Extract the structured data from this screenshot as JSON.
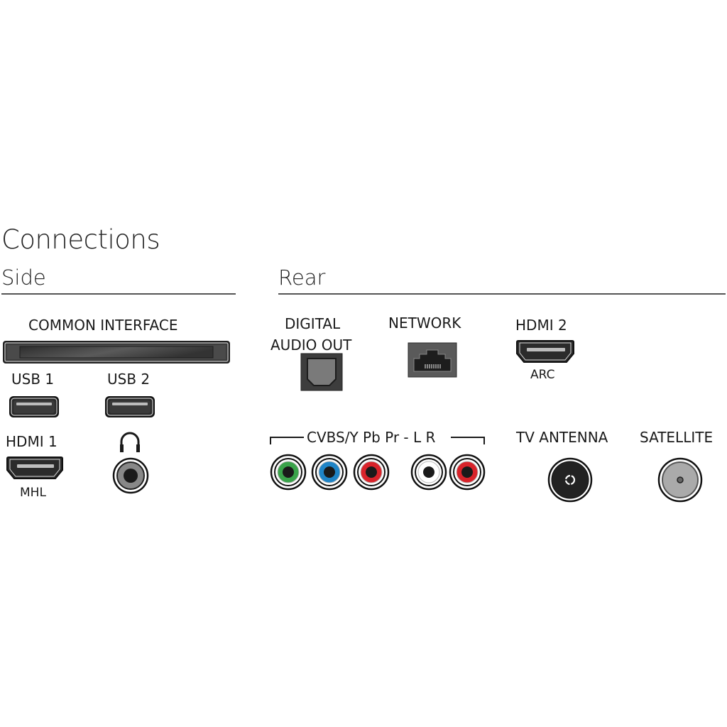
{
  "title": "Connections",
  "sections": {
    "side": {
      "label": "Side",
      "ports": {
        "common_interface": {
          "label": "COMMON INTERFACE",
          "icon": "ci-slot-icon"
        },
        "usb1": {
          "label": "USB 1",
          "icon": "usb-port-icon"
        },
        "usb2": {
          "label": "USB 2",
          "icon": "usb-port-icon"
        },
        "hdmi1": {
          "label": "HDMI 1",
          "sublabel": "MHL",
          "icon": "hdmi-port-icon"
        },
        "headphone": {
          "label_icon": "headphones-icon",
          "icon": "audio-jack-icon"
        }
      }
    },
    "rear": {
      "label": "Rear",
      "ports": {
        "digital_audio_out": {
          "label_line1": "DIGITAL",
          "label_line2": "AUDIO OUT",
          "icon": "optical-port-icon"
        },
        "network": {
          "label": "NETWORK",
          "icon": "ethernet-port-icon"
        },
        "hdmi2": {
          "label": "HDMI 2",
          "sublabel": "ARC",
          "icon": "hdmi-port-icon"
        },
        "component": {
          "label": "CVBS/Y Pb Pr - L R",
          "jacks": [
            {
              "name": "Y",
              "color": "#3aa34a"
            },
            {
              "name": "Pb",
              "color": "#1f84c6"
            },
            {
              "name": "Pr",
              "color": "#d8232a"
            },
            {
              "name": "L",
              "color": "#ffffff"
            },
            {
              "name": "R",
              "color": "#d8232a"
            }
          ]
        },
        "tv_antenna": {
          "label": "TV ANTENNA",
          "icon": "antenna-port-icon"
        },
        "satellite": {
          "label": "SATELLITE",
          "icon": "satellite-port-icon"
        }
      }
    }
  }
}
